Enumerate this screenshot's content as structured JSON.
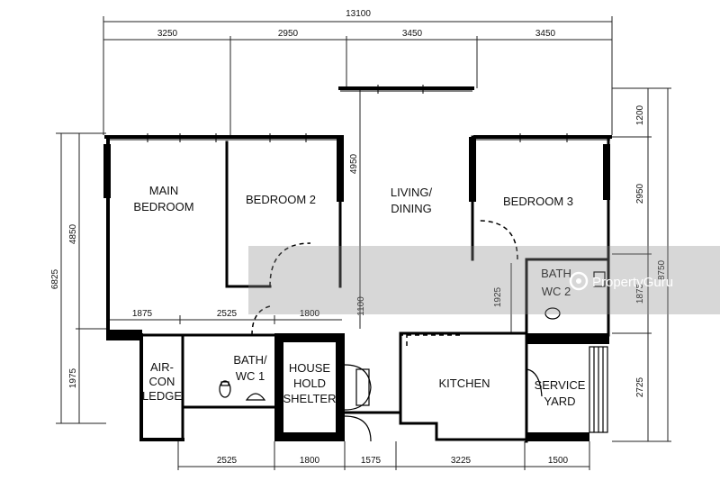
{
  "rooms": {
    "main_bedroom": [
      "MAIN",
      "BEDROOM"
    ],
    "bedroom_2": "BEDROOM 2",
    "living_dining": [
      "LIVING/",
      "DINING"
    ],
    "bedroom_3": "BEDROOM 3",
    "aircon_ledge": [
      "AIR-",
      "CON",
      "LEDGE"
    ],
    "bath_wc_1": [
      "BATH/",
      "WC 1"
    ],
    "household_shelter": [
      "HOUSE",
      "HOLD",
      "SHELTER"
    ],
    "kitchen": "KITCHEN",
    "service_yard": [
      "SERVICE",
      "YARD"
    ],
    "bath_wc_2": [
      "BATH",
      "WC 2"
    ]
  },
  "dimensions": {
    "overall_width": "13100",
    "top_1": "3250",
    "top_2": "2950",
    "top_3": "3450",
    "top_4": "3450",
    "bottom_1": "2525",
    "bottom_2": "1800",
    "bottom_3": "1575",
    "bottom_4": "3225",
    "bottom_5": "1500",
    "inner_1": "1875",
    "inner_2": "2525",
    "inner_3": "1800",
    "left_overall": "6825",
    "left_upper": "4850",
    "left_lower": "1975",
    "living_height": "4950",
    "living_lower": "1100",
    "right_overall": "8750",
    "right_1": "1200",
    "right_2": "2950",
    "right_3": "1875",
    "right_4": "2725",
    "bath2_height": "1925"
  },
  "watermark": "PropertyGuru"
}
